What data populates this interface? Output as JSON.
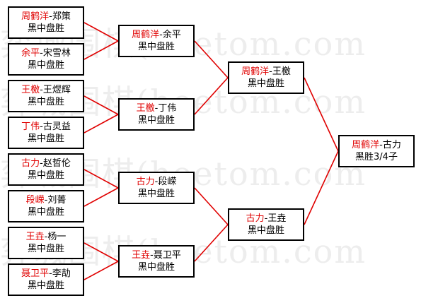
{
  "watermark": {
    "text": "弈城围棋(hoetom.com"
  },
  "colors": {
    "winner": "#e00000",
    "line": "#e00000",
    "border": "#000000"
  },
  "round1": [
    {
      "winner": "周鹤洋",
      "sep": "-",
      "loser": "郑策",
      "result": "黑中盘胜"
    },
    {
      "winner": "余平",
      "sep": "-",
      "loser": "宋雪林",
      "result": "黑中盘胜"
    },
    {
      "winner": "王檄",
      "sep": "-",
      "loser": "王煜辉",
      "result": "黑中盘胜"
    },
    {
      "winner": "丁伟",
      "sep": "-",
      "loser": "古灵益",
      "result": "黑中盘胜"
    },
    {
      "winner": "古力",
      "sep": "-",
      "loser": "赵哲伦",
      "result": "黑中盘胜"
    },
    {
      "winner": "段嵘",
      "sep": "-",
      "loser": "刘菁",
      "result": "黑中盘胜"
    },
    {
      "winner": "王垚",
      "sep": "-",
      "loser": "杨一",
      "result": "黑中盘胜"
    },
    {
      "winner": "聂卫平",
      "sep": "-",
      "loser": "李劼",
      "result": "黑中盘胜"
    }
  ],
  "round2": [
    {
      "winner": "周鹤洋",
      "sep": "-",
      "loser": "余平",
      "result": "黑中盘胜"
    },
    {
      "winner": "王檄",
      "sep": "-",
      "loser": "丁伟",
      "result": "黑中盘胜"
    },
    {
      "winner": "古力",
      "sep": "-",
      "loser": "段嵘",
      "result": "黑中盘胜"
    },
    {
      "winner": "王垚",
      "sep": "-",
      "loser": "聂卫平",
      "result": "黑中盘胜"
    }
  ],
  "round3": [
    {
      "winner": "周鹤洋",
      "sep": "-",
      "loser": "王檄",
      "result": "黑中盘胜"
    },
    {
      "winner": "古力",
      "sep": "-",
      "loser": "王垚",
      "result": "黑中盘胜"
    }
  ],
  "final": {
    "winner": "周鹤洋",
    "sep": "-",
    "loser": "古力",
    "result": "黑胜3/4子"
  }
}
